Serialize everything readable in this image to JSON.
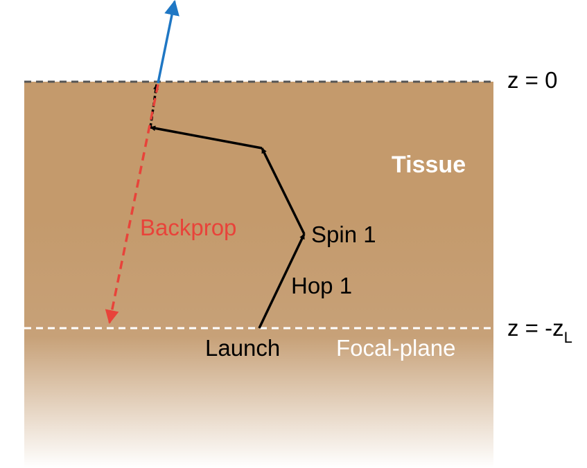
{
  "labels": {
    "z_top": "z = 0",
    "z_bottom_prefix": "z = -z",
    "z_bottom_subscript": "L",
    "tissue": "Tissue",
    "focal_plane": "Focal-plane",
    "launch": "Launch",
    "hop": "Hop 1",
    "spin": "Spin 1",
    "backprop": "Backprop"
  },
  "colors": {
    "tissue_top": "#c49a6c",
    "tissue_mid": "#c7a178",
    "tissue_bottom": "#ffffff",
    "surface_line": "#555555",
    "focal_line": "#ffffff",
    "photon_path": "#000000",
    "backprop": "#e8433a",
    "escape": "#1f77c4",
    "label_text": "#000000",
    "tissue_label": "#ffffff"
  }
}
